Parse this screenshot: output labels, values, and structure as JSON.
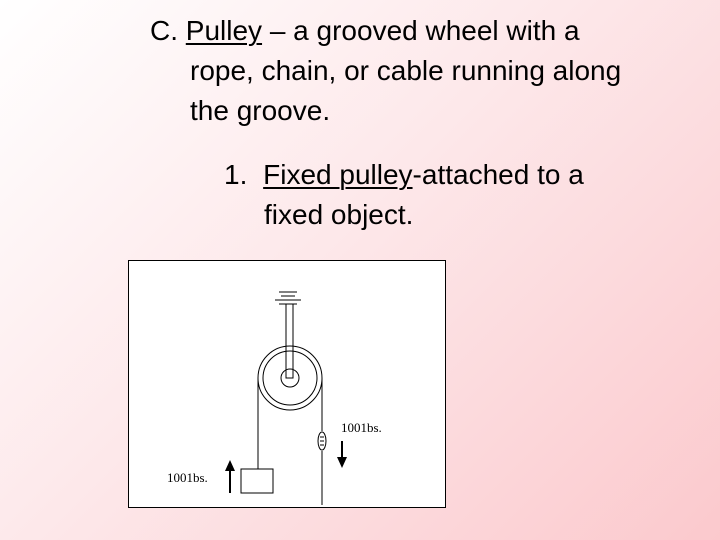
{
  "point_c": {
    "marker": "C.",
    "term": "Pulley",
    "line1_rest": " – a grooved wheel with a",
    "line2": "rope, chain, or cable running along",
    "line3": "the groove."
  },
  "sub_point_1": {
    "marker": "1.",
    "term": "Fixed pulley",
    "line1_rest": "-attached to a",
    "line2": "fixed object."
  },
  "figure": {
    "right_weight_label": "1001bs.",
    "left_weight_label": "1001bs."
  }
}
